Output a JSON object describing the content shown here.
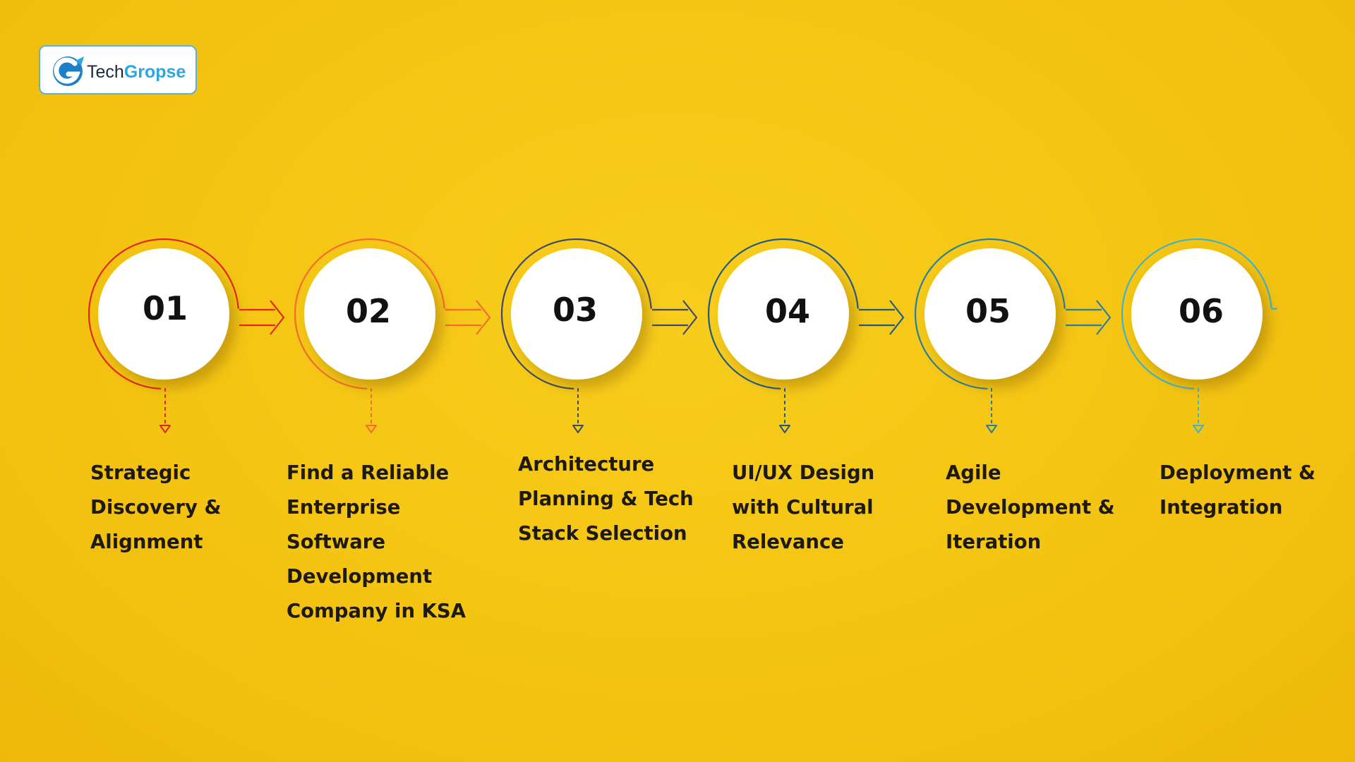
{
  "logo": {
    "icon": "techgropse-g-logo-icon",
    "text_part1": "Tech",
    "text_part2": "Gropse"
  },
  "colors": {
    "background": "#f4c412",
    "step_01": "#e3261d",
    "step_02": "#f56c2c",
    "step_03": "#3f4a6b",
    "step_04": "#1f5b85",
    "step_05": "#2b7e9e",
    "step_06": "#3fb3cc",
    "logo_blue": "#1e7fc6",
    "logo_accent": "#2aa6e0"
  },
  "steps": [
    {
      "number": "01",
      "label": "Strategic Discovery & Alignment"
    },
    {
      "number": "02",
      "label": "Find a Reliable Enterprise Software Development Company in KSA"
    },
    {
      "number": "03",
      "label": "Architecture Planning & Tech Stack Selection"
    },
    {
      "number": "04",
      "label": "UI/UX Design with Cultural Relevance"
    },
    {
      "number": "05",
      "label": "Agile Development & Iteration"
    },
    {
      "number": "06",
      "label": "Deployment & Integration"
    }
  ]
}
